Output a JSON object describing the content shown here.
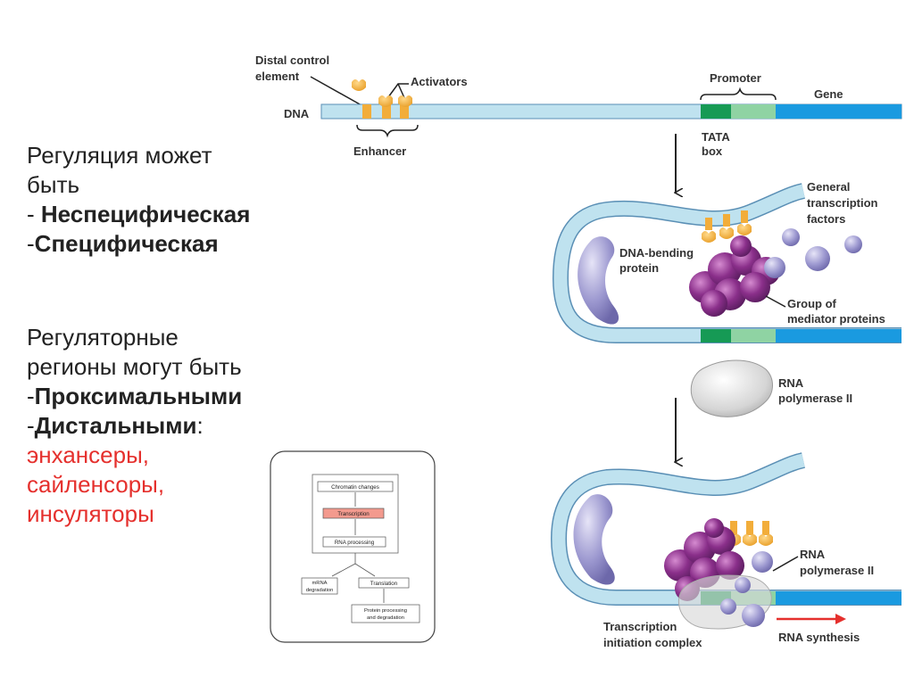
{
  "left_text": {
    "reg_line1": "Регуляция может",
    "reg_line2": "быть",
    "nonspecific_prefix": "- ",
    "nonspecific": "Неспецифическая",
    "specific_prefix": "-",
    "specific": "Специфическая",
    "regions_line1": "Регуляторные",
    "regions_line2": "регионы могут быть",
    "proximal_prefix": "-",
    "proximal": "Проксимальными",
    "distal_prefix": "-",
    "distal": "Дистальными",
    "distal_suffix": ":",
    "enhancers": "энхансеры,",
    "silencers": "сайленсоры,",
    "insulators": "инсуляторы"
  },
  "top_diagram": {
    "distal_control_1": "Distal control",
    "distal_control_2": "element",
    "activators": "Activators",
    "dna": "DNA",
    "enhancer": "Enhancer",
    "promoter": "Promoter",
    "gene": "Gene",
    "tata_1": "TATA",
    "tata_2": "box"
  },
  "middle_diagram": {
    "gtf_1": "General",
    "gtf_2": "transcription",
    "gtf_3": "factors",
    "dna_bending_1": "DNA-bending",
    "dna_bending_2": "protein",
    "mediator_1": "Group of",
    "mediator_2": "mediator proteins",
    "rna_pol_1": "RNA",
    "rna_pol_2": "polymerase II"
  },
  "bottom_diagram": {
    "rna_pol_1": "RNA",
    "rna_pol_2": "polymerase II",
    "tic_1": "Transcription",
    "tic_2": "initiation complex",
    "rna_synthesis": "RNA synthesis"
  },
  "flowchart": {
    "chromatin": "Chromatin changes",
    "transcription": "Transcription",
    "rna_processing": "RNA processing",
    "mrna_deg_1": "mRNA",
    "mrna_deg_2": "degradation",
    "translation": "Translation",
    "protein_1": "Protein processing",
    "protein_2": "and degradation"
  },
  "colors": {
    "dna_fill": "#bfe2ef",
    "dna_stroke": "#5a8fb5",
    "gene_blue": "#1a9ae0",
    "tata_green": "#169a55",
    "promoter_light_green": "#8fd3a3",
    "activator_orange": "#f2ad3a",
    "mediator_purple": "#8a2f8a",
    "protein_lavender": "#9b97cf",
    "red_text": "#e5302d",
    "transcription_box": "#f39a8e"
  }
}
